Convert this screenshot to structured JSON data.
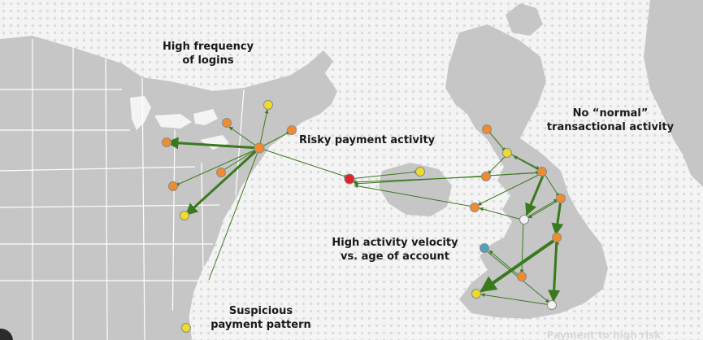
{
  "colors": {
    "background": "#f4f4f4",
    "land": "#c6c6c6",
    "border_line": "#ffffff",
    "dot_pattern": "#dcdcdc",
    "arrow": "#3a7a1e",
    "node_orange": "#f28a2e",
    "node_yellow": "#eedc2a",
    "node_red": "#e0202a",
    "node_blue": "#4fa3c0",
    "node_white": "#f2f2f2",
    "label_text": "#1a1a1a"
  },
  "labels": {
    "high_frequency": [
      "High frequency",
      "of logins"
    ],
    "risky_payment": "Risky payment activity",
    "no_normal": [
      "No “normal”",
      "transactional activity"
    ],
    "high_velocity": [
      "High activity velocity",
      "vs. age of account"
    ],
    "suspicious": [
      "Suspicious",
      "payment pattern"
    ],
    "payment_to": "Payment to high risk"
  },
  "nodes": [
    {
      "id": "us-hub",
      "color": "orange"
    },
    {
      "id": "us-west",
      "color": "orange"
    },
    {
      "id": "us-north-1",
      "color": "orange"
    },
    {
      "id": "us-north-2",
      "color": "yellow"
    },
    {
      "id": "us-northeast",
      "color": "orange"
    },
    {
      "id": "us-mid-1",
      "color": "orange"
    },
    {
      "id": "us-mid-2",
      "color": "orange"
    },
    {
      "id": "us-south",
      "color": "yellow"
    },
    {
      "id": "us-far-south",
      "color": "yellow"
    },
    {
      "id": "ocean-hub",
      "color": "red"
    },
    {
      "id": "ocean-east",
      "color": "yellow"
    },
    {
      "id": "uk-scot-1",
      "color": "orange"
    },
    {
      "id": "uk-scot-2",
      "color": "yellow"
    },
    {
      "id": "uk-west-1",
      "color": "orange"
    },
    {
      "id": "uk-west-2",
      "color": "orange"
    },
    {
      "id": "uk-north",
      "color": "orange"
    },
    {
      "id": "uk-center",
      "color": "white"
    },
    {
      "id": "uk-east",
      "color": "orange"
    },
    {
      "id": "uk-mid-east",
      "color": "orange"
    },
    {
      "id": "uk-wales",
      "color": "blue"
    },
    {
      "id": "uk-south-west",
      "color": "orange"
    },
    {
      "id": "uk-south-1",
      "color": "yellow"
    },
    {
      "id": "uk-south-east",
      "color": "white"
    }
  ]
}
